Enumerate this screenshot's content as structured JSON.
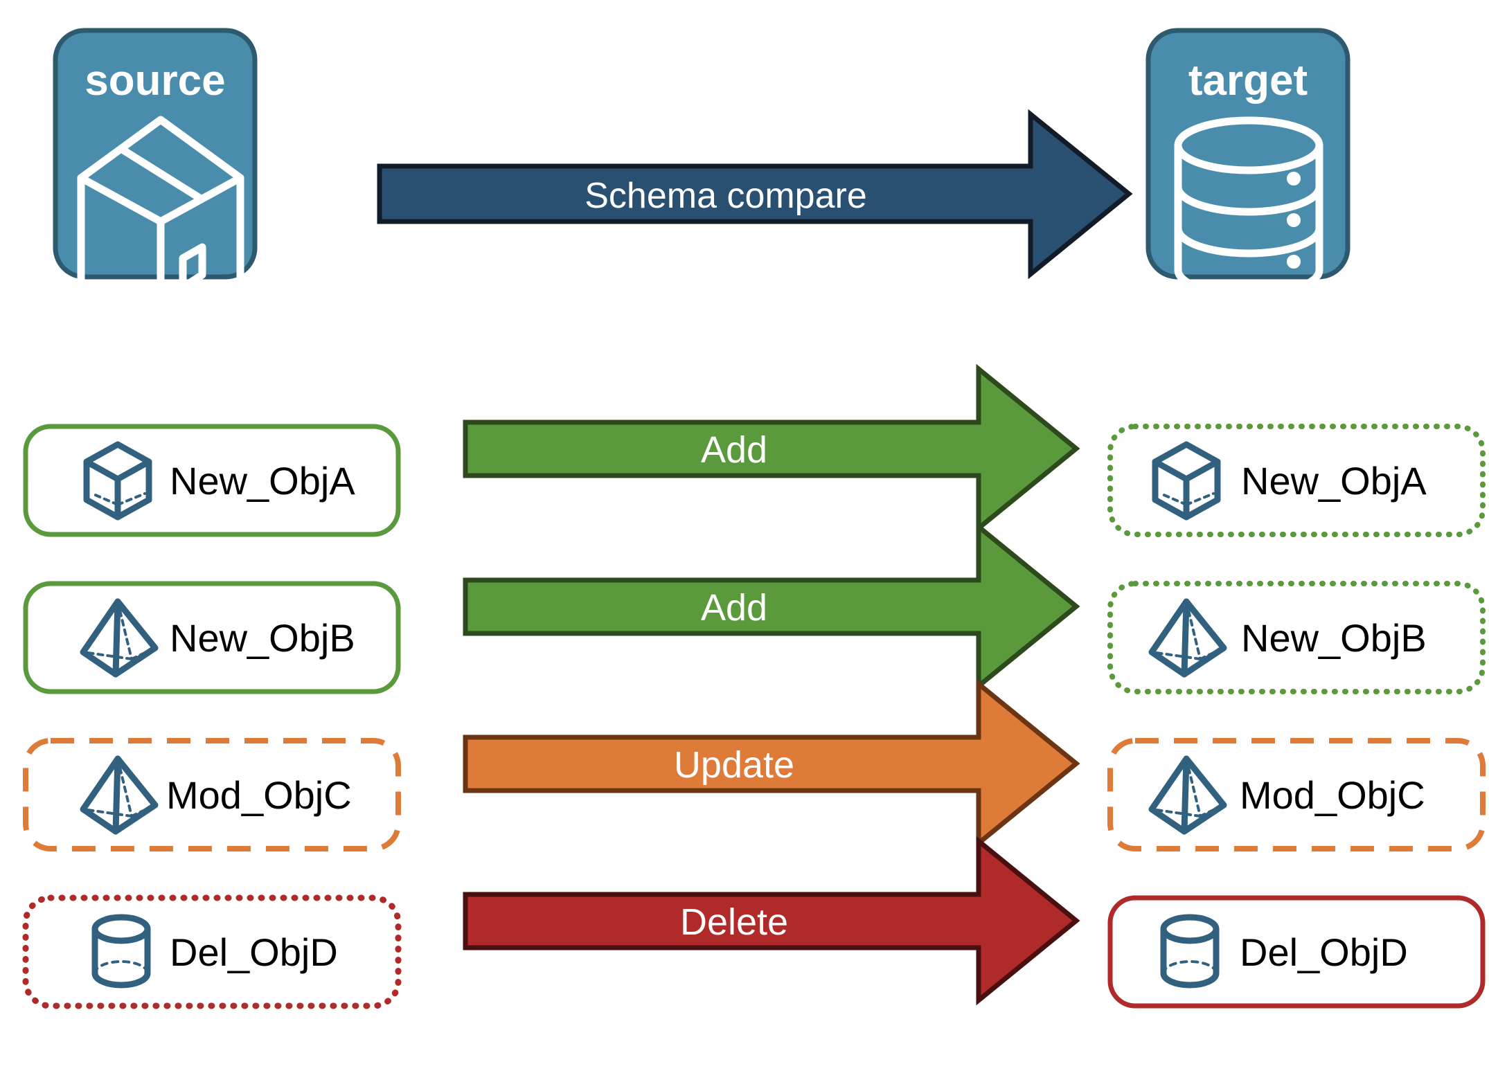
{
  "diagram": {
    "title_source": "source",
    "title_target": "target",
    "compare_arrow_label": "Schema compare",
    "endpoints": [
      {
        "id": "source",
        "label": "source",
        "icon": "package-box-icon"
      },
      {
        "id": "target",
        "label": "target",
        "icon": "database-cylinder-icon"
      }
    ],
    "rows": [
      {
        "source_label": "New_ObjA",
        "target_label": "New_ObjA",
        "action": "Add",
        "icon": "cube-wireframe-icon",
        "source_border_style": "solid",
        "target_border_style": "dotted",
        "color": "#4E9A3E"
      },
      {
        "source_label": "New_ObjB",
        "target_label": "New_ObjB",
        "action": "Add",
        "icon": "pyramid-wireframe-icon",
        "source_border_style": "solid",
        "target_border_style": "dotted",
        "color": "#4E9A3E"
      },
      {
        "source_label": "Mod_ObjC",
        "target_label": "Mod_ObjC",
        "action": "Update",
        "icon": "pyramid-wireframe-icon",
        "source_border_style": "dashed",
        "target_border_style": "dashed",
        "color": "#DF7B38"
      },
      {
        "source_label": "Del_ObjD",
        "target_label": "Del_ObjD",
        "action": "Delete",
        "icon": "cylinder-wireframe-icon",
        "source_border_style": "dotted",
        "target_border_style": "solid",
        "color": "#B02A2A"
      }
    ],
    "colors": {
      "endpoint_fill": "#4A8CAB",
      "endpoint_stroke": "#2E5A70",
      "compare_arrow_fill": "#2A5071",
      "compare_arrow_stroke": "#111C28",
      "add_fill": "#5B9A3C",
      "add_stroke": "#2D4A1D",
      "update_fill": "#DF7B38",
      "update_stroke": "#6B3412",
      "delete_fill": "#B02A2A",
      "delete_stroke": "#4A1010",
      "object_icon": "#31617F",
      "green_border": "#5B9A3C",
      "orange_border": "#DF7B38",
      "red_border": "#B02A2A",
      "label_text": "#000000",
      "background": "#FFFFFF"
    }
  }
}
